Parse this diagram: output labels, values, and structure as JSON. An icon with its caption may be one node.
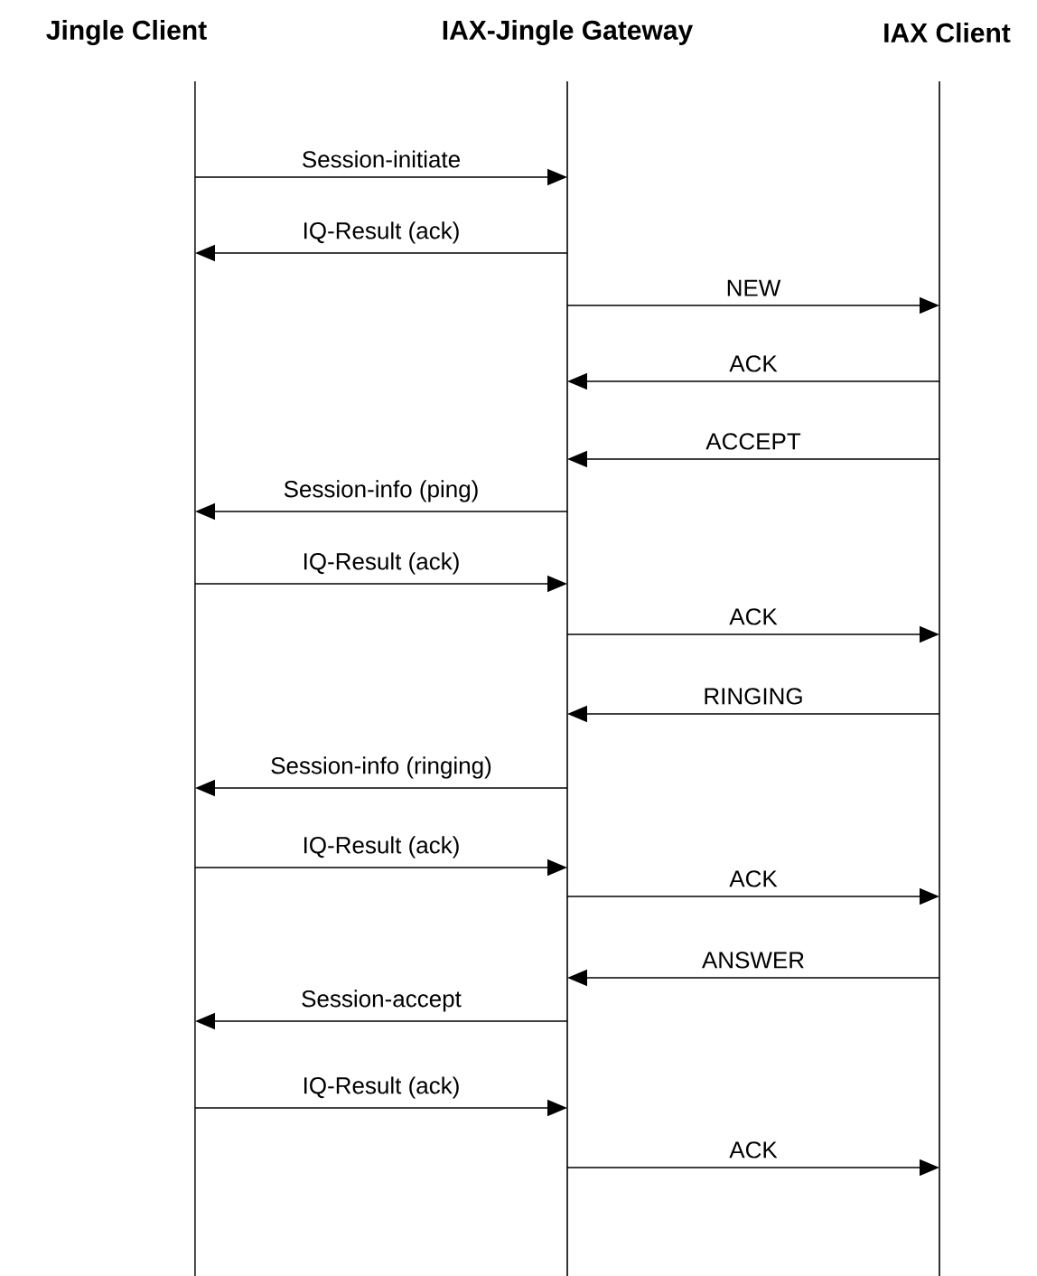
{
  "diagram": {
    "nodes": [
      {
        "text": [
          "Jingle Client"
        ]
      },
      {
        "text": [
          "IAX-Jingle Gateway"
        ]
      },
      {
        "text": [
          "IAX Client"
        ]
      }
    ],
    "edges": [
      {
        "from": 0,
        "to": 1,
        "arrow": "to",
        "label": "Session-initiate"
      },
      {
        "from": 1,
        "to": 0,
        "arrow": "to",
        "label": "IQ-Result (ack)"
      },
      {
        "from": 1,
        "to": 2,
        "arrow": "to",
        "label": "NEW"
      },
      {
        "from": 2,
        "to": 1,
        "arrow": "to",
        "label": "ACK"
      },
      {
        "from": 2,
        "to": 1,
        "arrow": "to",
        "label": "ACCEPT"
      },
      {
        "from": 1,
        "to": 0,
        "arrow": "to",
        "label": "Session-info (ping)"
      },
      {
        "from": 0,
        "to": 1,
        "arrow": "to",
        "label": "IQ-Result (ack)"
      },
      {
        "from": 1,
        "to": 2,
        "arrow": "to",
        "label": "ACK"
      },
      {
        "from": 2,
        "to": 1,
        "arrow": "to",
        "label": "RINGING"
      },
      {
        "from": 1,
        "to": 0,
        "arrow": "to",
        "label": "Session-info (ringing)"
      },
      {
        "from": 0,
        "to": 1,
        "arrow": "to",
        "label": "IQ-Result (ack)"
      },
      {
        "from": 1,
        "to": 2,
        "arrow": "to",
        "label": "ACK"
      },
      {
        "from": 2,
        "to": 1,
        "arrow": "to",
        "label": "ANSWER"
      },
      {
        "from": 1,
        "to": 0,
        "arrow": "to",
        "label": "Session-accept"
      },
      {
        "from": 0,
        "to": 1,
        "arrow": "to",
        "label": "IQ-Result (ack)"
      },
      {
        "from": 1,
        "to": 2,
        "arrow": "to",
        "label": "ACK"
      }
    ]
  }
}
